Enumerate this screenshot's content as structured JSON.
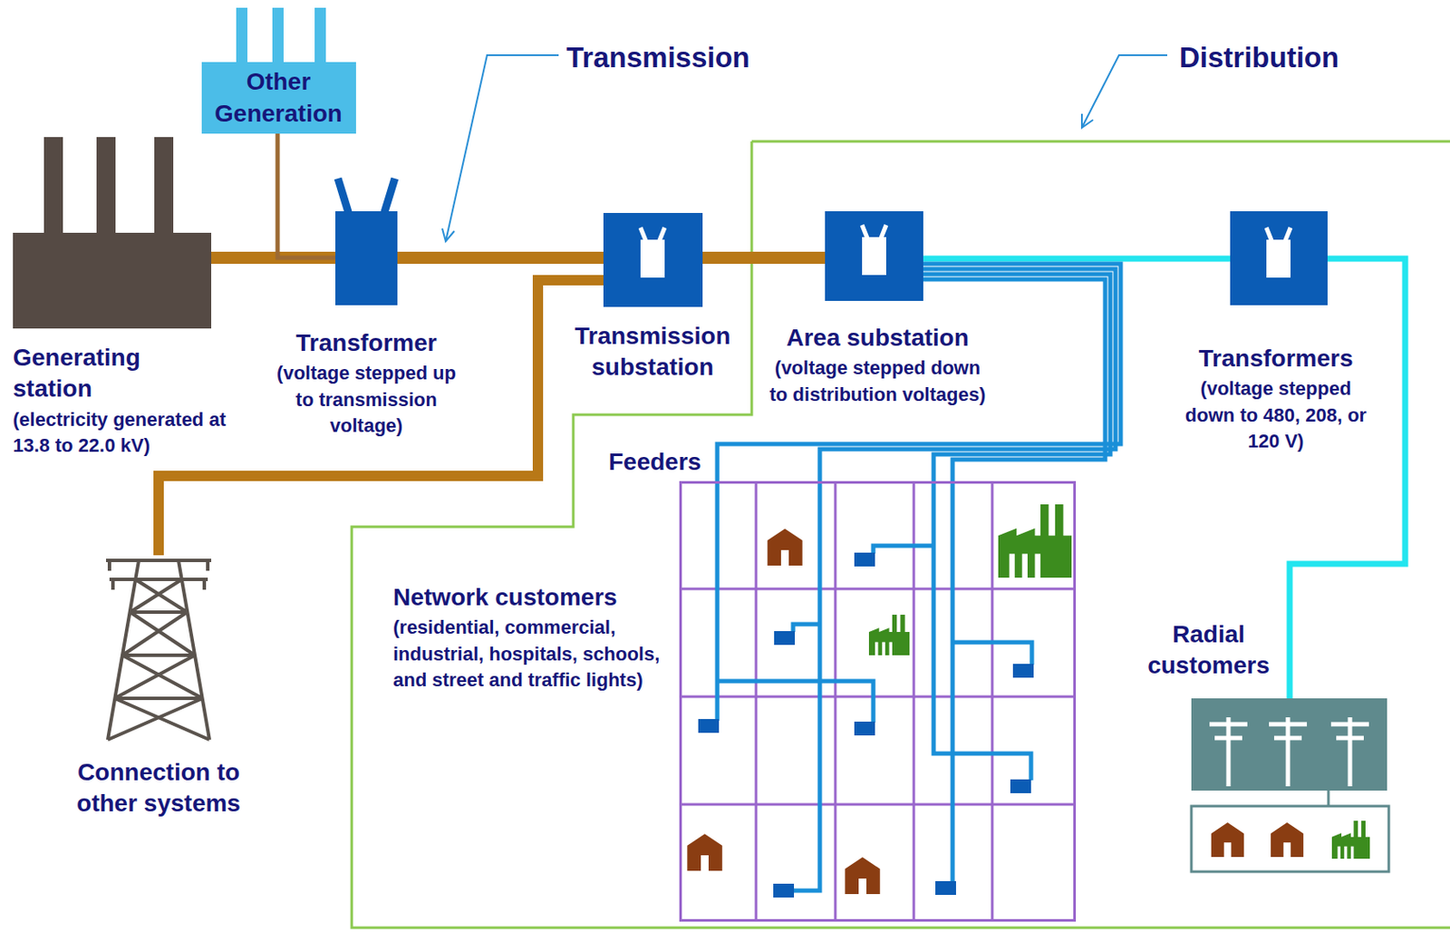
{
  "diagram": {
    "nodes": [
      {
        "text": [
          "Generating station",
          "(electricity generated at 13.8 to 22.0 kV)"
        ]
      },
      {
        "text": [
          "Other Generation"
        ]
      },
      {
        "text": [
          "Transformer",
          "(voltage stepped up to transmission voltage)"
        ]
      },
      {
        "text": [
          "Transmission substation"
        ]
      },
      {
        "text": [
          "Area substation",
          "(voltage stepped down to distribution voltages)"
        ]
      },
      {
        "text": [
          "Transformers",
          "(voltage stepped down to 480, 208, or 120 V)"
        ]
      },
      {
        "text": [
          "Connection to other systems"
        ]
      },
      {
        "text": [
          "Network customers",
          "(residential, commercial, industrial, hospitals, schools, and street and traffic lights)"
        ]
      },
      {
        "text": [
          "Radial customers"
        ]
      }
    ],
    "edges": [
      {
        "from": 0,
        "to": 2,
        "arrow": "none"
      },
      {
        "from": 1,
        "to": 2,
        "arrow": "none"
      },
      {
        "from": 2,
        "to": 3,
        "arrow": "none"
      },
      {
        "from": 3,
        "to": 4,
        "arrow": "none"
      },
      {
        "from": 3,
        "to": 6,
        "arrow": "none"
      },
      {
        "from": 4,
        "to": 5,
        "arrow": "none"
      },
      {
        "from": 4,
        "to": 7,
        "arrow": "none"
      },
      {
        "from": 5,
        "to": 8,
        "arrow": "none"
      }
    ],
    "labels": [
      "Transmission",
      "Distribution",
      "Feeders"
    ]
  }
}
